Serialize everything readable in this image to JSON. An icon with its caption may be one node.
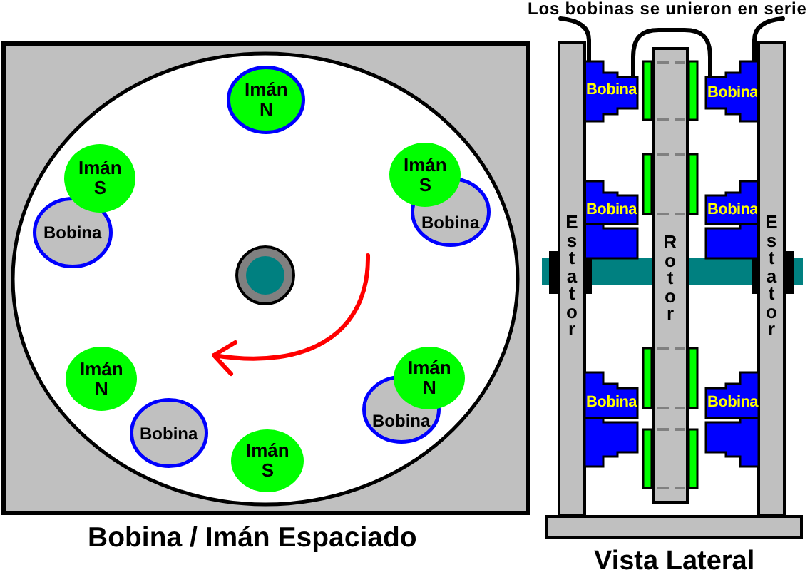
{
  "diagram": {
    "nodes": [
      {
        "text": [
          "Imán N"
        ]
      },
      {
        "text": [
          "Imán S"
        ]
      },
      {
        "text": [
          "Imán S"
        ]
      },
      {
        "text": [
          "Bobina"
        ]
      },
      {
        "text": [
          "Bobina"
        ]
      },
      {
        "text": [
          "Imán N"
        ]
      },
      {
        "text": [
          "Imán N"
        ]
      },
      {
        "text": [
          "Bobina"
        ]
      },
      {
        "text": [
          "Bobina"
        ]
      },
      {
        "text": [
          "Imán S"
        ]
      },
      {
        "text": [
          "Los bobinas se unieron en serie"
        ]
      },
      {
        "text": [
          "Bobina"
        ]
      },
      {
        "text": [
          "Bobina"
        ]
      },
      {
        "text": [
          "Bobina"
        ]
      },
      {
        "text": [
          "Bobina"
        ]
      },
      {
        "text": [
          "Estator"
        ]
      },
      {
        "text": [
          "Rotor"
        ]
      },
      {
        "text": [
          "Estator"
        ]
      },
      {
        "text": [
          "Bobina"
        ]
      },
      {
        "text": [
          "Bobina"
        ]
      },
      {
        "text": [],
        "shape": "bar"
      }
    ],
    "edges": [
      {
        "from": 10,
        "to": 11,
        "arrow": "none"
      },
      {
        "from": 11,
        "to": 12,
        "arrow": "none"
      },
      {
        "from": 10,
        "to": 12,
        "arrow": "none"
      }
    ],
    "labels": [
      "Bobina / Imán Espaciado",
      "Vista Lateral"
    ]
  }
}
